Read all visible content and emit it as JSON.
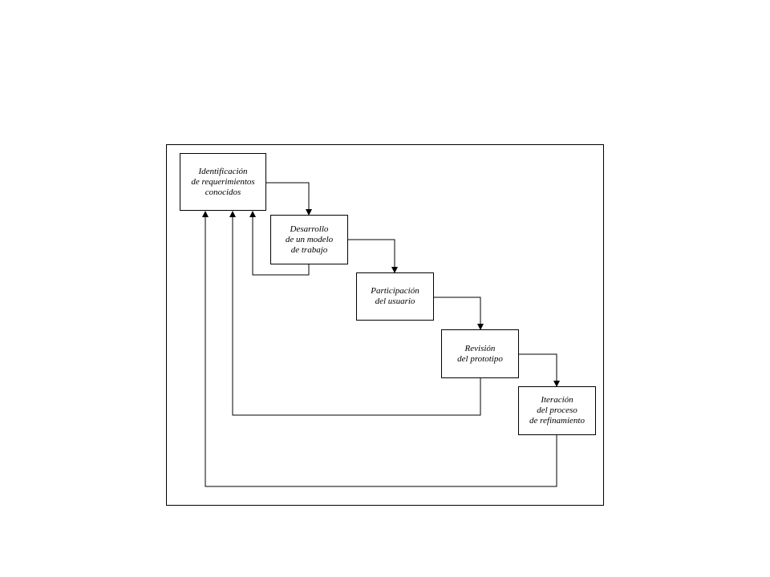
{
  "diagram": {
    "steps": [
      {
        "id": "identificacion",
        "lines": [
          "Identificación",
          "de requerimientos",
          "conocidos"
        ]
      },
      {
        "id": "desarrollo",
        "lines": [
          "Desarrollo",
          "de un modelo",
          "de trabajo"
        ]
      },
      {
        "id": "participacion",
        "lines": [
          "Participación",
          "del usuario"
        ]
      },
      {
        "id": "revision",
        "lines": [
          "Revisión",
          "del prototipo"
        ]
      },
      {
        "id": "iteracion",
        "lines": [
          "Iteración",
          "del proceso",
          "de refinamiento"
        ]
      }
    ]
  },
  "colors": {
    "stroke": "#000000",
    "background": "#ffffff"
  }
}
